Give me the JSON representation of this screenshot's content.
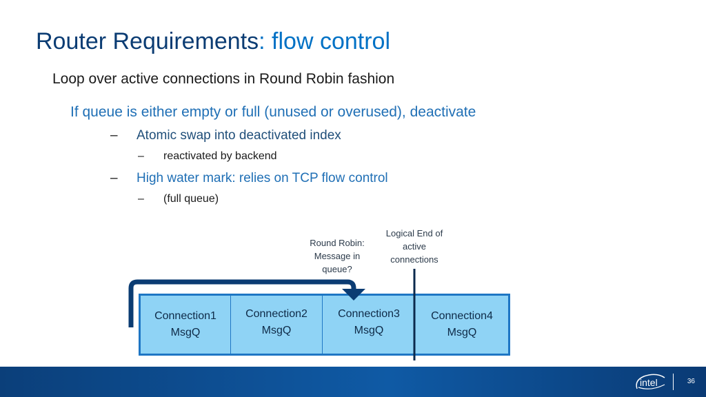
{
  "title": {
    "main": "Router Requirements",
    "accent": ": flow control"
  },
  "bullets": {
    "level1": "Loop over active connections in Round Robin fashion",
    "level2": "If queue is either empty or full (unused or overused), deactivate",
    "level3a": "Atomic swap into deactivated index",
    "level4a": "reactivated by backend",
    "level3b": "High water mark: relies on TCP flow control",
    "level4b": "(full queue)",
    "dash": "–"
  },
  "diagram": {
    "round_robin_note": [
      "Round Robin:",
      "Message in",
      "queue?"
    ],
    "logical_end_note": [
      "Logical End of",
      "active",
      "connections"
    ],
    "cells": [
      {
        "line1": "Connection1",
        "line2": "MsgQ"
      },
      {
        "line1": "Connection2",
        "line2": "MsgQ"
      },
      {
        "line1": "Connection3",
        "line2": "MsgQ"
      },
      {
        "line1": "Connection4",
        "line2": "MsgQ"
      }
    ]
  },
  "footer": {
    "logo_text": "intel",
    "page_number": "36"
  },
  "colors": {
    "title_dark": "#0b3c73",
    "accent_blue": "#0071c5",
    "queue_fill": "#8fd3f5",
    "queue_border": "#1e76c4",
    "arrow": "#0b3c73",
    "footer": "#0f5aa5"
  }
}
